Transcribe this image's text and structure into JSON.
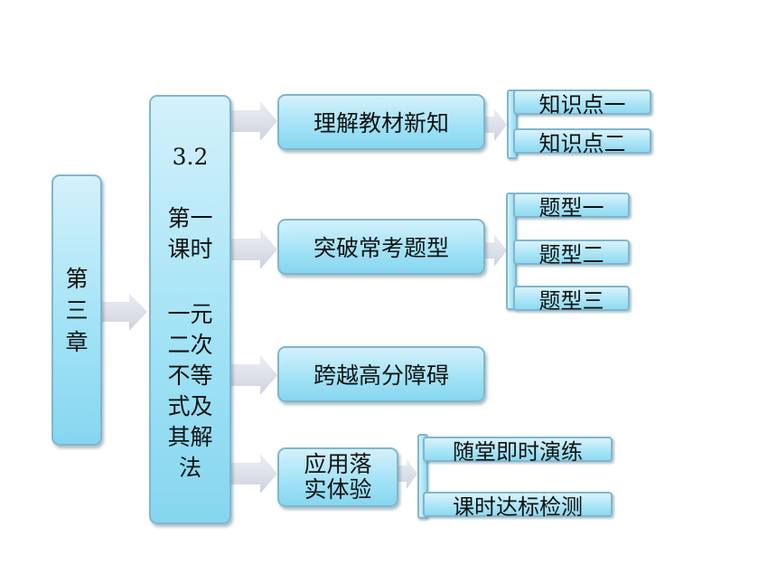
{
  "chapter": {
    "lines": [
      "第",
      "三",
      "章"
    ]
  },
  "lesson": {
    "lines": [
      "3.2",
      "第一",
      "课时",
      "一元",
      "二次",
      "不等",
      "式及",
      "其解",
      "法"
    ]
  },
  "sections": [
    {
      "label": "理解教材新知",
      "items": [
        "知识点一",
        "知识点二"
      ]
    },
    {
      "label": "突破常考题型",
      "items": [
        "题型一",
        "题型二",
        "题型三"
      ]
    },
    {
      "label": "跨越高分障碍",
      "items": []
    },
    {
      "label_lines": [
        "应用落",
        "实体验"
      ],
      "items": [
        "随堂即时演练",
        "课时达标检测"
      ]
    }
  ],
  "colors": {
    "box_fill": "#a3e3f6",
    "box_border": "#7fb6cf",
    "arrow_fill": "#dfe1ea"
  }
}
